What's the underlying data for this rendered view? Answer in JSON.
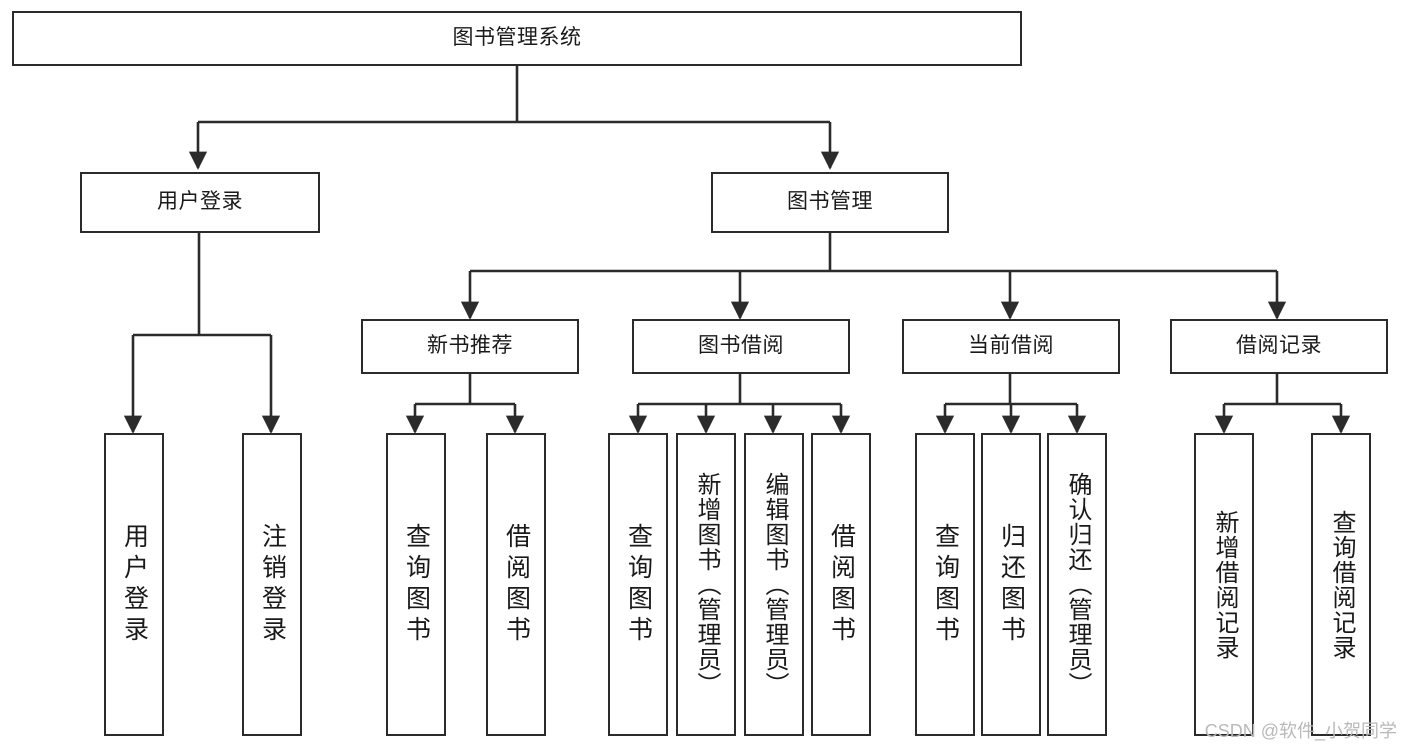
{
  "diagram": {
    "title": "图书管理系统",
    "type": "hierarchy-tree",
    "watermark": "CSDN @软件_小贺同学",
    "colors": {
      "stroke": "#2b2b2b",
      "fill": "#ffffff",
      "text": "#1a1a1a",
      "watermark": "#b9b9b9"
    },
    "levels": {
      "root": {
        "label": "图书管理系统"
      },
      "level2": [
        {
          "label": "用户登录"
        },
        {
          "label": "图书管理"
        }
      ],
      "level3": [
        {
          "label": "新书推荐"
        },
        {
          "label": "图书借阅"
        },
        {
          "label": "当前借阅"
        },
        {
          "label": "借阅记录"
        }
      ],
      "leaves": {
        "user_login": [
          {
            "label": "用户登录"
          },
          {
            "label": "注销登录"
          }
        ],
        "new_book": [
          {
            "label": "查询图书"
          },
          {
            "label": "借阅图书"
          }
        ],
        "borrow_book": [
          {
            "label": "查询图书"
          },
          {
            "label": "新增图书（管理员）"
          },
          {
            "label": "编辑图书（管理员）"
          },
          {
            "label": "借阅图书"
          }
        ],
        "current_borrow": [
          {
            "label": "查询图书"
          },
          {
            "label": "归还图书"
          },
          {
            "label": "确认归还（管理员）"
          }
        ],
        "borrow_record": [
          {
            "label": "新增借阅记录"
          },
          {
            "label": "查询借阅记录"
          }
        ]
      }
    }
  }
}
